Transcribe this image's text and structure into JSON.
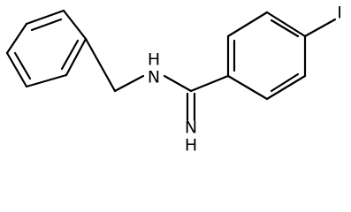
{
  "structure": {
    "atoms": {
      "amine_n": "N",
      "amine_h": "H",
      "imine_n": "N",
      "imine_h": "H",
      "iodine": "I"
    },
    "colors": {
      "bond": "#000000",
      "label": "#000000",
      "background": "#ffffff"
    }
  }
}
